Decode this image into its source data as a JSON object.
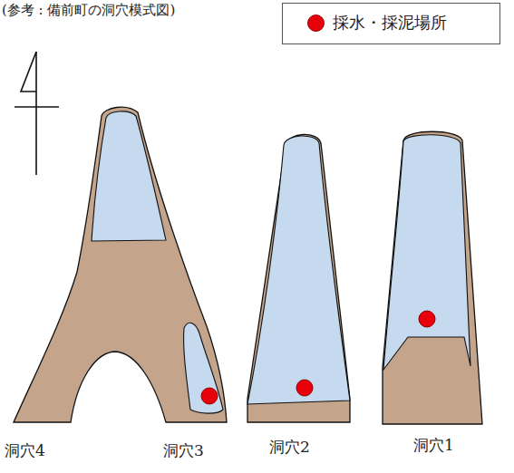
{
  "diagram": {
    "title": "(参考 : 備前町の洞穴模式図)",
    "labels": [
      "洞穴4",
      "洞穴3",
      "洞穴2",
      "洞穴1"
    ],
    "legend": [
      {
        "text": "採水・採泥場所",
        "color": "#e8000b"
      }
    ]
  }
}
